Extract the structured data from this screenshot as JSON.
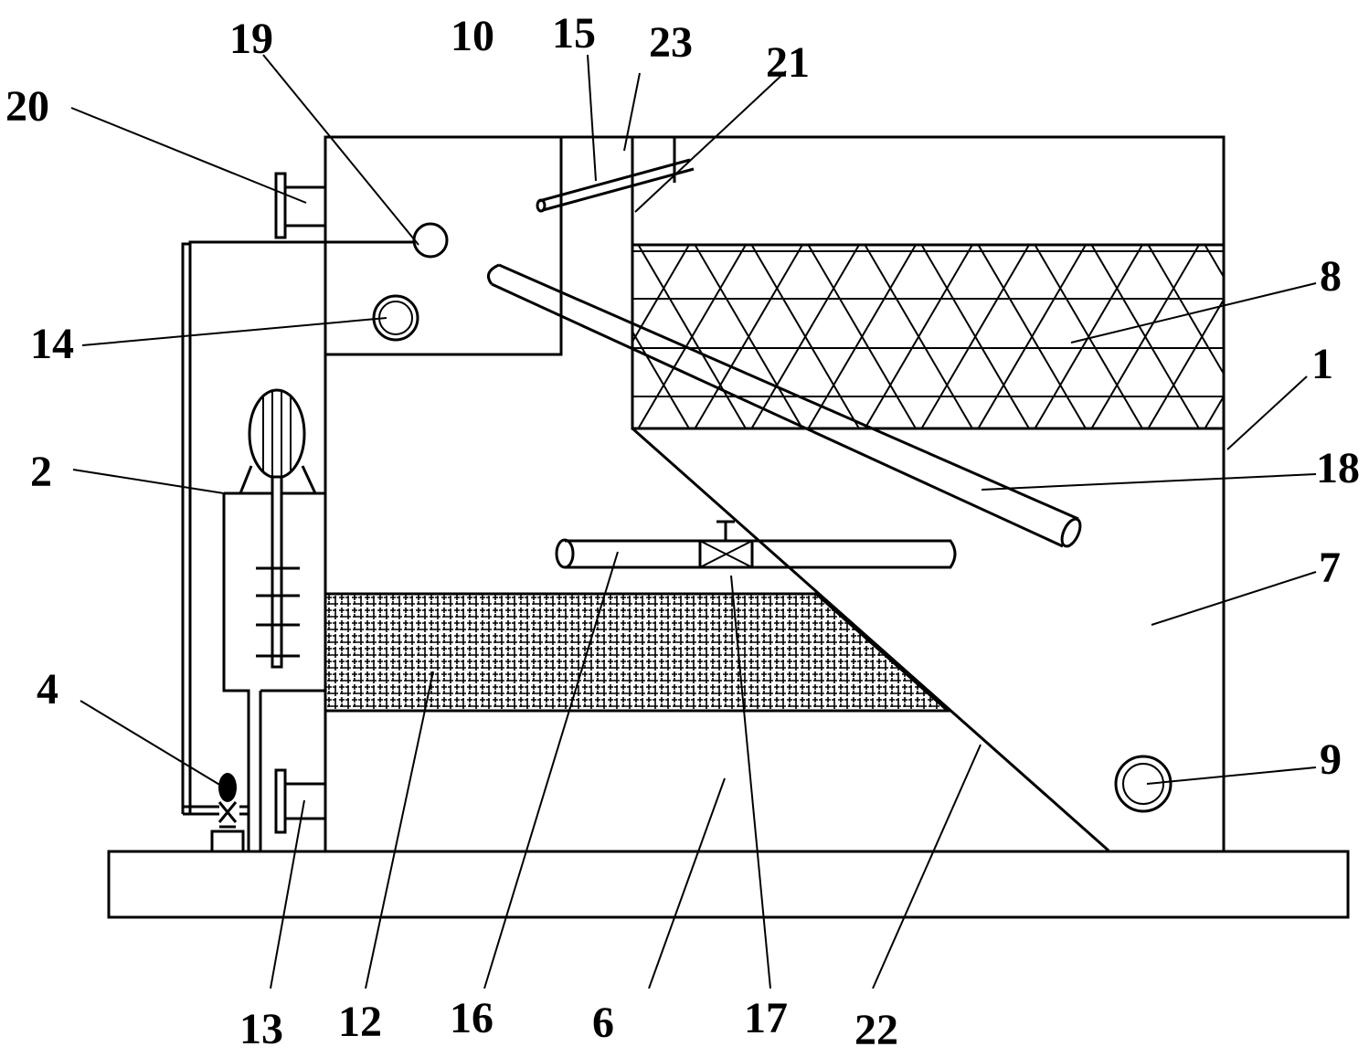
{
  "diagram": {
    "labels": [
      {
        "id": "label-19",
        "text": "19"
      },
      {
        "id": "label-10",
        "text": "10"
      },
      {
        "id": "label-15",
        "text": "15"
      },
      {
        "id": "label-23",
        "text": "23"
      },
      {
        "id": "label-21",
        "text": "21"
      },
      {
        "id": "label-20",
        "text": "20"
      },
      {
        "id": "label-8",
        "text": "8"
      },
      {
        "id": "label-1",
        "text": "1"
      },
      {
        "id": "label-14",
        "text": "14"
      },
      {
        "id": "label-2",
        "text": "2"
      },
      {
        "id": "label-18",
        "text": "18"
      },
      {
        "id": "label-7",
        "text": "7"
      },
      {
        "id": "label-4",
        "text": "4"
      },
      {
        "id": "label-9",
        "text": "9"
      },
      {
        "id": "label-13",
        "text": "13"
      },
      {
        "id": "label-12",
        "text": "12"
      },
      {
        "id": "label-16",
        "text": "16"
      },
      {
        "id": "label-6",
        "text": "6"
      },
      {
        "id": "label-17",
        "text": "17"
      },
      {
        "id": "label-22",
        "text": "22"
      }
    ]
  }
}
